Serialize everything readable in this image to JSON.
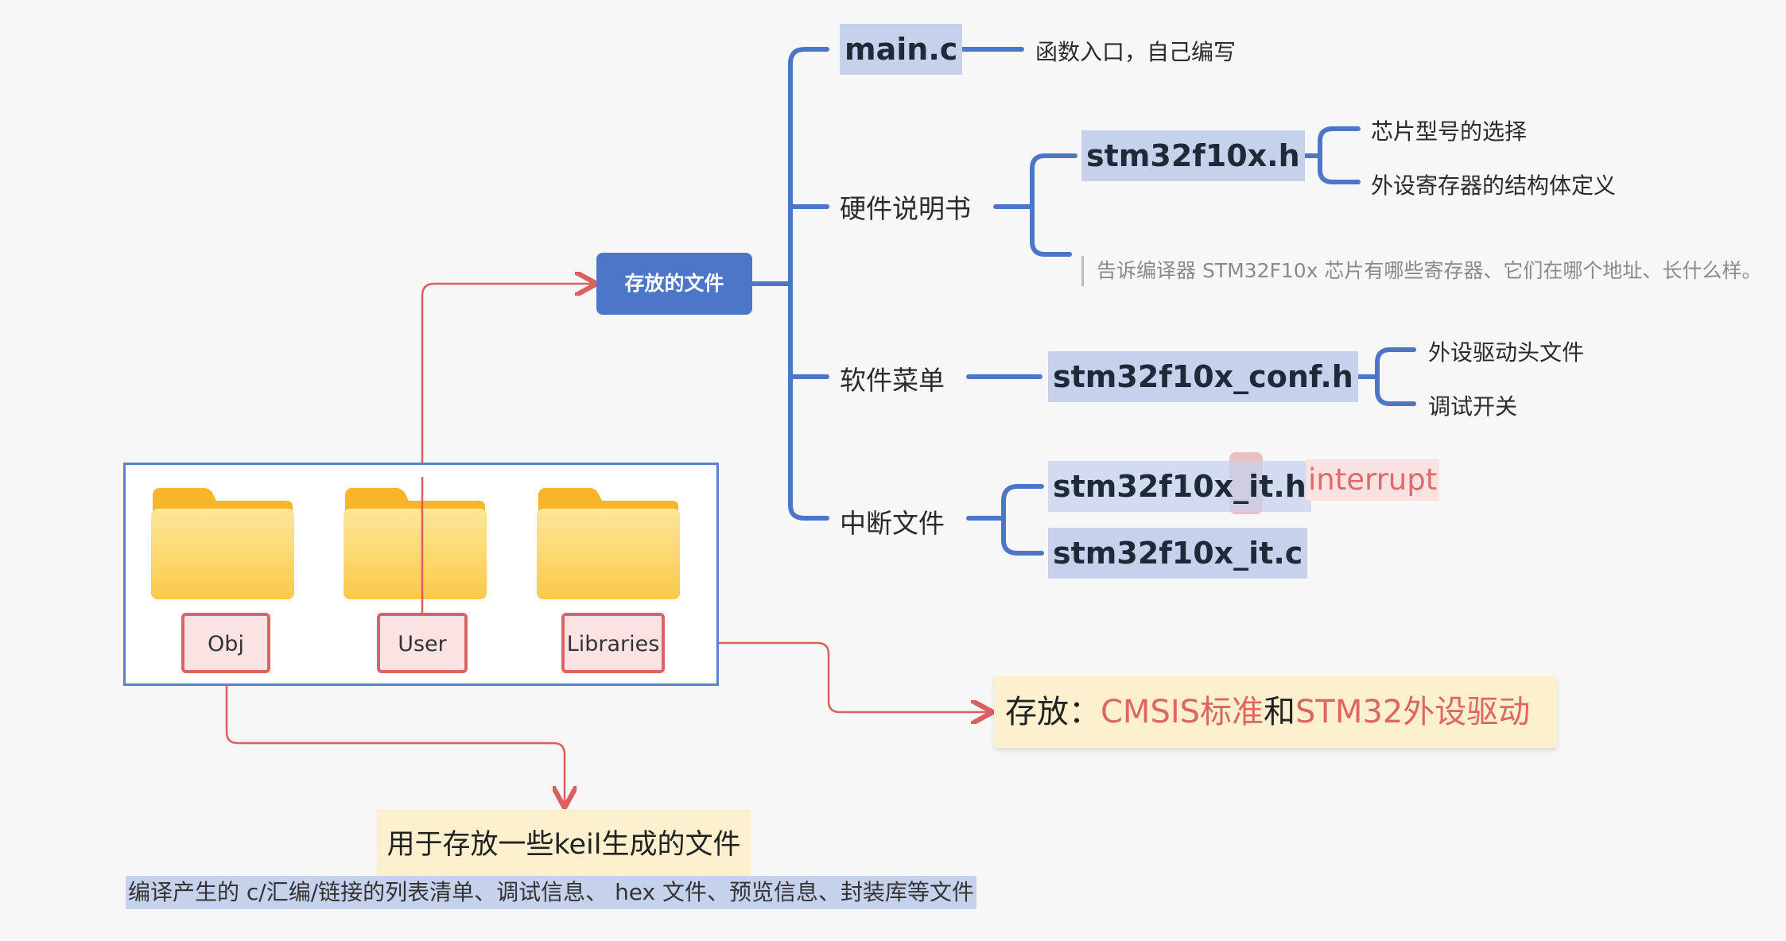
{
  "center": {
    "label": "存放的文件"
  },
  "branches": {
    "main": {
      "code": "main.c",
      "desc": "函数入口，自己编写"
    },
    "hardware": {
      "label": "硬件说明书",
      "code": "stm32f10x.h",
      "items": [
        "芯片型号的选择",
        "外设寄存器的结构体定义"
      ],
      "note": "告诉编译器 STM32F10x 芯片有哪些寄存器、它们在哪个地址、长什么样。"
    },
    "software": {
      "label": "软件菜单",
      "code": "stm32f10x_conf.h",
      "items": [
        "外设驱动头文件",
        "调试开关"
      ]
    },
    "interrupt": {
      "label": "中断文件",
      "files": [
        "stm32f10x_it.h",
        "stm32f10x_it.c"
      ],
      "tag": "interrupt"
    }
  },
  "folders": [
    {
      "label": "Obj"
    },
    {
      "label": "User"
    },
    {
      "label": "Libraries"
    }
  ],
  "libraries_desc": {
    "prefix": "存放：",
    "part1": "CMSIS标准",
    "conj": "和",
    "part2": "STM32外设驱动"
  },
  "obj_desc": {
    "title": "用于存放一些keil生成的文件",
    "detail": "编译产生的 c/汇编/链接的列表清单、调试信息、 hex 文件、预览信息、封装库等文件"
  },
  "colors": {
    "blue_connector": "#4d76c9",
    "red_connector": "#d9605e",
    "highlight_blue": "#c6d2ec",
    "highlight_yellow": "#fdf0cf",
    "folder_yellow": "#fcc93c"
  }
}
